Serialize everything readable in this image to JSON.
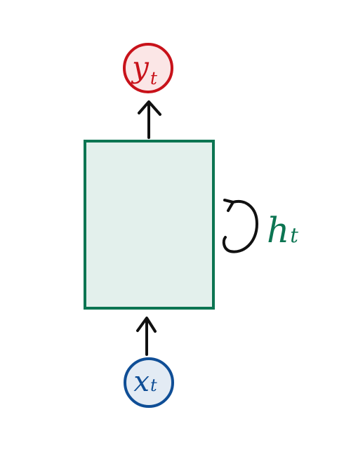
{
  "diagram": {
    "output": {
      "main": "y",
      "sub": "t"
    },
    "input": {
      "main": "x",
      "sub": "t"
    },
    "hidden_state": {
      "main": "h",
      "sub": "t"
    },
    "colors": {
      "output_stroke": "#c8121a",
      "output_fill": "#fbe6e6",
      "input_stroke": "#0f4e96",
      "input_fill": "#e3ebf4",
      "cell_stroke": "#0c7552",
      "cell_fill": "#e3f0ec",
      "hidden_text": "#0c7552",
      "arrow": "#111111"
    },
    "icons": {
      "recurrent_loop": "curved-loop-arrow-icon"
    }
  }
}
